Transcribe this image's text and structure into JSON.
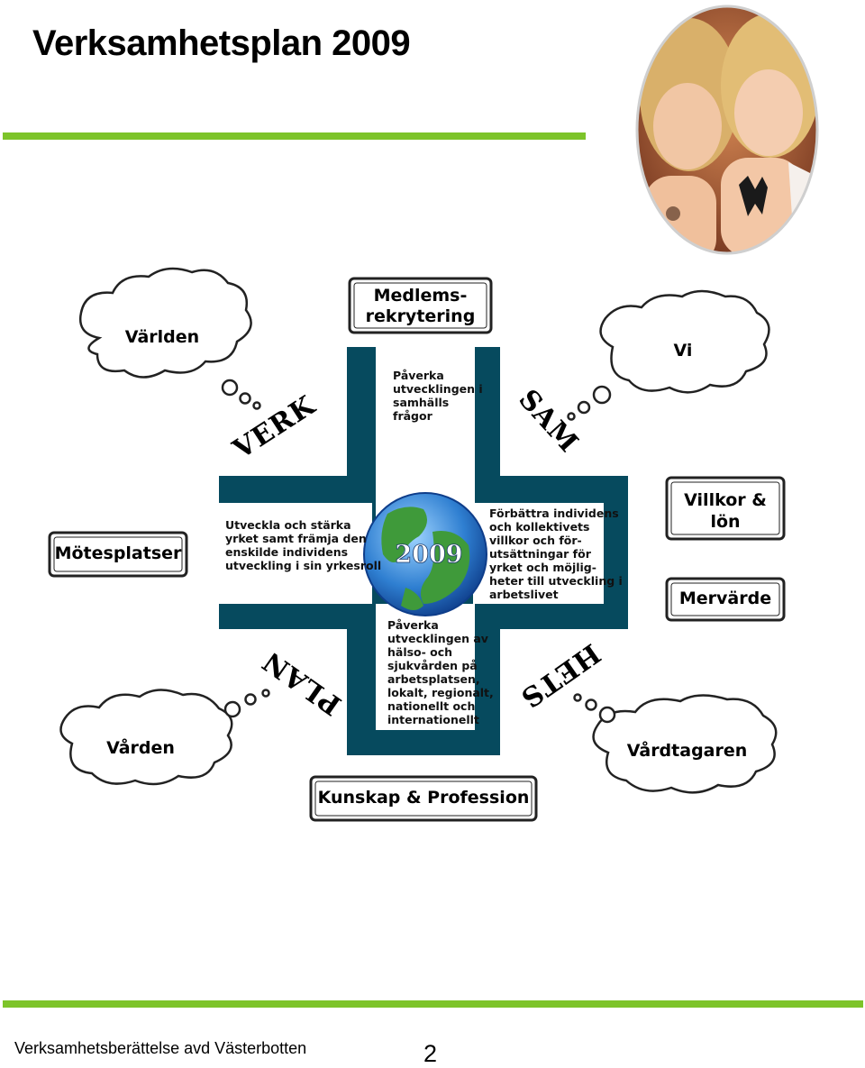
{
  "header": {
    "title": "Verksamhetsplan 2009"
  },
  "colors": {
    "accent_green": "#7dc42a",
    "cross_teal": "#064a5e"
  },
  "diagram": {
    "globe_label": "2009",
    "cross_texts": {
      "top": "Påverka\nutvecklingen i\nsamhälls\nfrågor",
      "left": "Utveckla och stärka\nyrket samt främja den\nenskilde individens\nutveckling i sin yrkesroll",
      "right": "Förbättra individens\noch kollektivets\nvillkor och för-\nutsättningar för\nyrket och möjlig-\nheter till utveckling i\narbetslivet",
      "bottom": "Påverka\nutvecklingen av\nhälso- och\nsjukvården på\narbetsplatsen,\nlokalt, regionalt,\nnationellt och\ninternationellt"
    },
    "boxes": {
      "medlemsrekrytering": "Medlems-\nrekrytering",
      "motesplatser": "Mötesplatser",
      "villkor": "Villkor &\nlön",
      "mervarde": "Mervärde",
      "kunskap": "Kunskap & Profession"
    },
    "clouds": {
      "varlden": "Världen",
      "vi": "Vi",
      "varden": "Vården",
      "vardtagaren": "Vårdtagaren"
    },
    "diagonal_words": {
      "verk": "VERK",
      "sam": "SAM",
      "plan": "PLAN",
      "hets": "HETS"
    }
  },
  "footer": {
    "text": "Verksamhetsberättelse avd Västerbotten",
    "page_number": "2"
  }
}
